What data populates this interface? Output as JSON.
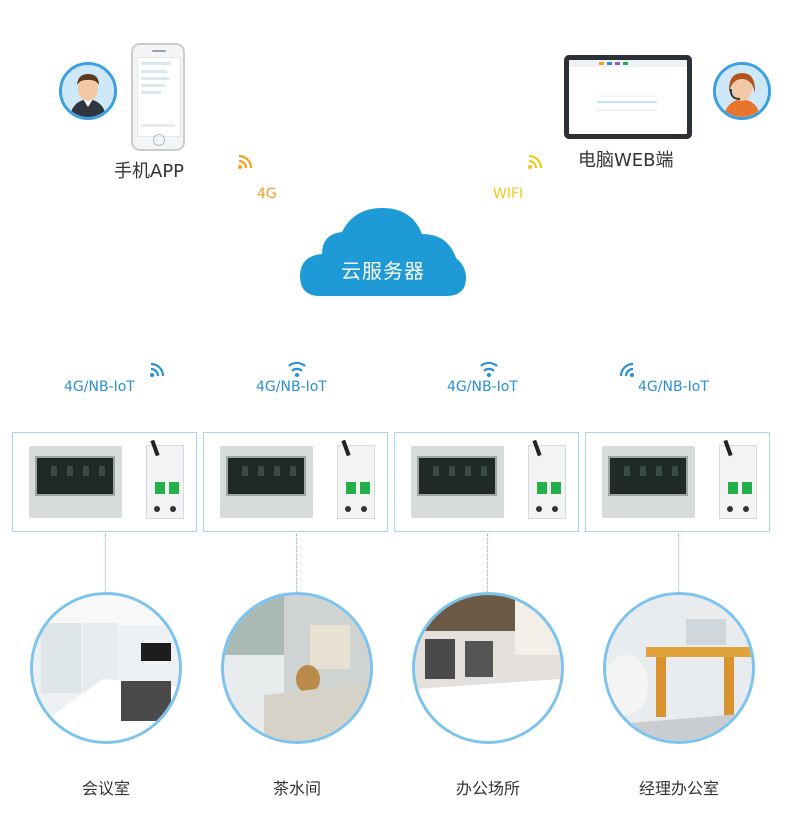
{
  "top": {
    "mobile_label": "手机APP",
    "web_label": "电脑WEB端",
    "link_mobile": "4G",
    "link_web": "WIFI"
  },
  "cloud": {
    "label": "云服务器"
  },
  "nodes": [
    {
      "network": "4G/NB-IoT",
      "room": "会议室"
    },
    {
      "network": "4G/NB-IoT",
      "room": "茶水间"
    },
    {
      "network": "4G/NB-IoT",
      "room": "办公场所"
    },
    {
      "network": "4G/NB-IoT",
      "room": "经理办公室"
    }
  ],
  "colors": {
    "accent_blue": "#2a8fd4",
    "cloud_blue": "#1e9ad6",
    "orange": "#f0a020",
    "yellow": "#f2c81b",
    "box_border": "#a8d4f0"
  },
  "icons": {
    "signal": "wifi-signal-icon",
    "cloud": "cloud-icon",
    "phone": "smartphone-icon",
    "monitor": "monitor-icon"
  }
}
